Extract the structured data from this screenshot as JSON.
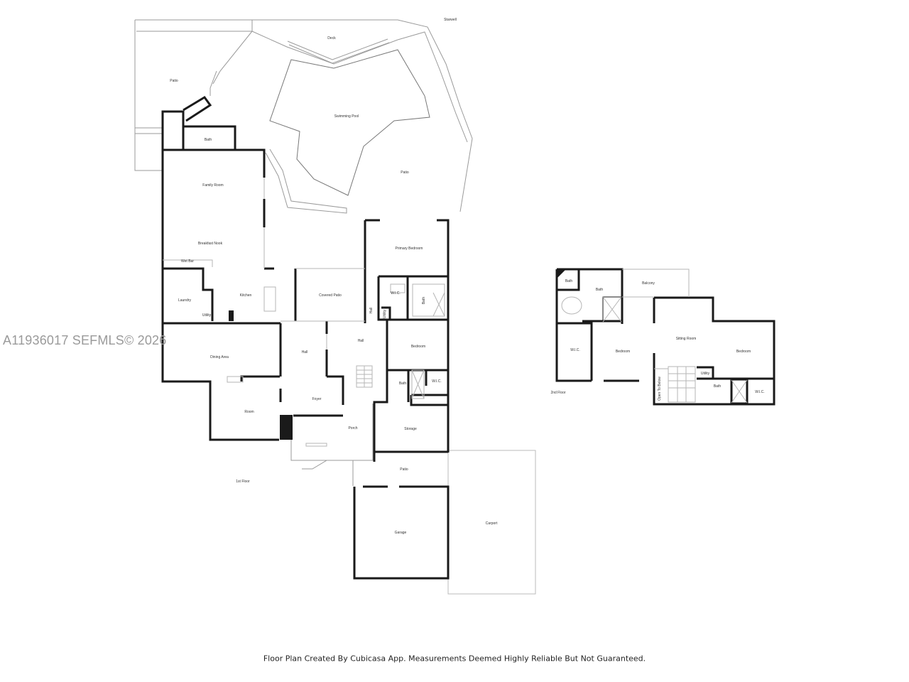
{
  "watermark": "A11936017   SEFMLS© 2026",
  "footer": "Floor Plan Created By Cubicasa App. Measurements Deemed Highly Reliable But Not Guaranteed.",
  "floors": {
    "first": {
      "label": "1st Floor",
      "rooms": {
        "stairwell": "Starwell",
        "deck": "Deck",
        "patio_west": "Patio",
        "swimming_pool": "Swimming Pool",
        "bath_pool": "Bath",
        "patio_east": "Patio",
        "family_room": "Family Room",
        "breakfast_nook": "Breakfast Nook",
        "wet_bar": "Wet Bar",
        "laundry": "Laundry",
        "utility_laundry": "Utility",
        "kitchen": "Kitchen",
        "covered_patio": "Covered Patio",
        "primary_bedroom": "Primary Bedroom",
        "wic_primary": "W.I.C.",
        "bath_primary": "Bath",
        "hall_small": "Hall",
        "utility_primary": "Utility",
        "dining_area": "Dining Area",
        "hall_west": "Hall",
        "hall_east": "Hall",
        "bedroom": "Bedroom",
        "bath_bedroom": "Bath",
        "wic_bedroom": "W.I.C.",
        "room": "Room",
        "foyer": "Foyer",
        "porch": "Porch",
        "storage": "Storage",
        "patio_south": "Patio",
        "garage": "Garage",
        "carport": "Carport"
      }
    },
    "second": {
      "label": "2nd Floor",
      "rooms": {
        "bath_small": "Bath",
        "bath_main": "Bath",
        "balcony": "Balcony",
        "wic": "W.I.C.",
        "bedroom_west": "Bedroom",
        "sitting_room": "Sitting Room",
        "bedroom_east": "Bedroom",
        "open_to_below": "Open To Below",
        "utility": "Utility",
        "bath_east": "Bath",
        "wic_east": "W.I.C."
      }
    }
  }
}
